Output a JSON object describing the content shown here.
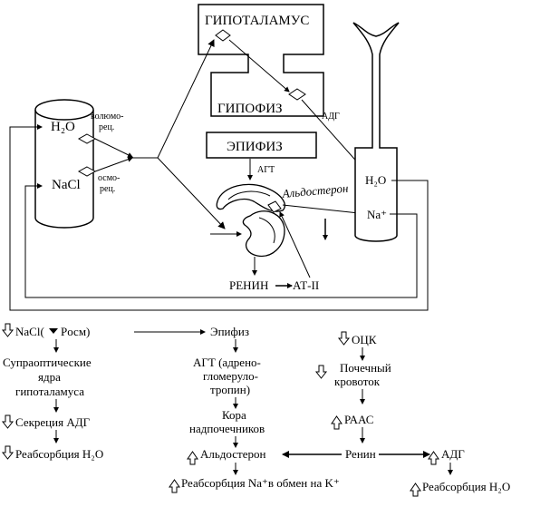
{
  "top": {
    "hypothalamus": "ГИПОТАЛАМУС",
    "pituitary": "ГИПОФИЗ",
    "epiphysis": "ЭПИФИЗ",
    "adh": "АДГ",
    "agt": "АГТ",
    "aldosterone": "Альдостерон",
    "renin_at": "РЕНИН",
    "at2": "АТ-II",
    "vessel": {
      "h2o": "H₂O",
      "nacl": "NaCl",
      "volume_receptor_line1": "волюмо-",
      "volume_receptor_line2": "рец.",
      "osmo_receptor_line1": "осмо-",
      "osmo_receptor_line2": "рец."
    },
    "kidney_tube": {
      "h2o": "H₂O",
      "na": "Na⁺"
    }
  },
  "bottom": {
    "col1": {
      "nacl": "NaCl(",
      "posm": "Pосм)",
      "supraoptic_l1": "Супраоптические",
      "supraoptic_l2": "ядра",
      "supraoptic_l3": "гипоталамуса",
      "adh_secretion": "Секреция АДГ",
      "reabsorption_h2o": "Реабсорбция H₂O"
    },
    "col2": {
      "epiphysis": "Эпифиз",
      "agt_l1": "АГТ (адрено-",
      "agt_l2": "гломеруло-",
      "agt_l3": "тропин)",
      "cortex_l1": "Кора",
      "cortex_l2": "надпочечников",
      "aldosterone": "Альдостерон",
      "reabsorption_na": "Реабсорбция Na⁺в обмен на K⁺"
    },
    "col3": {
      "ock": "ОЦК",
      "renal_l1": "Почечный",
      "renal_l2": "кровоток",
      "raas": "РААС",
      "renin": "Ренин",
      "adh": "АДГ",
      "reabsorption_h2o": "Реабсорбция H₂O"
    }
  }
}
